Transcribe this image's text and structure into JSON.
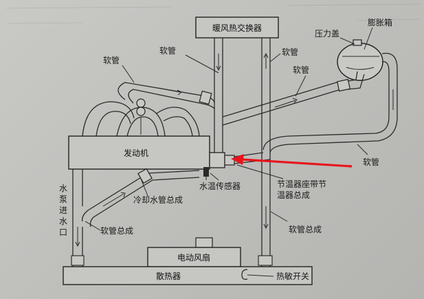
{
  "labels": {
    "heater_core": "暖风热交换器",
    "pressure_cap": "压力盖",
    "expansion_tank": "膨胀箱",
    "hose_left": "软管",
    "hose_top": "软管",
    "hose_upper_right": "软管",
    "hose_mid_right": "软管",
    "hose_lower_right": "软管",
    "engine": "发动机",
    "water_temp_sensor": "水温传感器",
    "thermostat_line1": "节温器座带节",
    "thermostat_line2": "温器总成",
    "coolant_pipe": "冷却水管总成",
    "pump_inlet_chars": [
      "水",
      "泵",
      "进",
      "水",
      "口"
    ],
    "hose_assembly_left": "软管总成",
    "hose_assembly_right": "软管总成",
    "electric_fan": "电动风扇",
    "radiator": "散热器",
    "thermal_switch": "热敏开关"
  },
  "colors": {
    "background": "#c4c4c1",
    "line": "#2a2a2a",
    "highlight_arrow": "#e8141b"
  }
}
